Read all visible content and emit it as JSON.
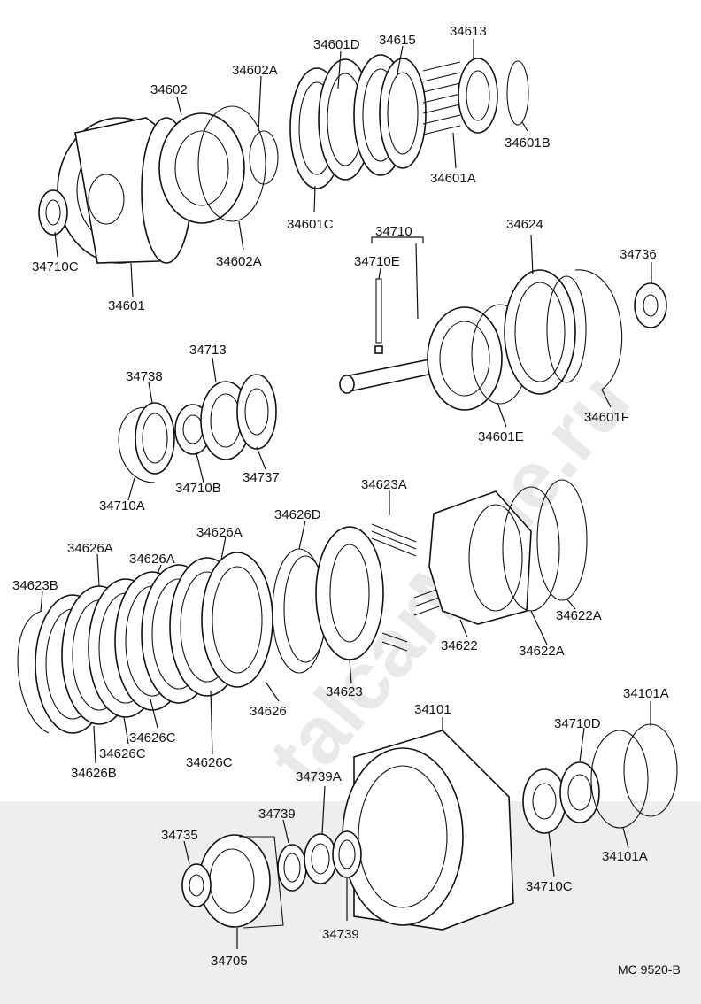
{
  "diagram": {
    "watermark": "talcarMine.ru",
    "code": "MC 9520-B",
    "colors": {
      "ink": "#111111",
      "paper": "#ffffff",
      "shade": "#eeeeee"
    },
    "labels": [
      "34601D",
      "34615",
      "34613",
      "34602A",
      "34602",
      "34601B",
      "34601A",
      "34601C",
      "34710C",
      "34602A",
      "34601",
      "34710",
      "34624",
      "34710E",
      "34736",
      "34601F",
      "34601E",
      "34713",
      "34738",
      "34737",
      "34710B",
      "34710A",
      "34623A",
      "34626D",
      "34626A",
      "34626A",
      "34626A",
      "34623B",
      "34622A",
      "34622",
      "34622A",
      "34626",
      "34623",
      "34626C",
      "34626C",
      "34626C",
      "34626B",
      "34101",
      "34101A",
      "34710D",
      "34739A",
      "34739",
      "34735",
      "34101A",
      "34710C",
      "34739",
      "34705"
    ]
  }
}
